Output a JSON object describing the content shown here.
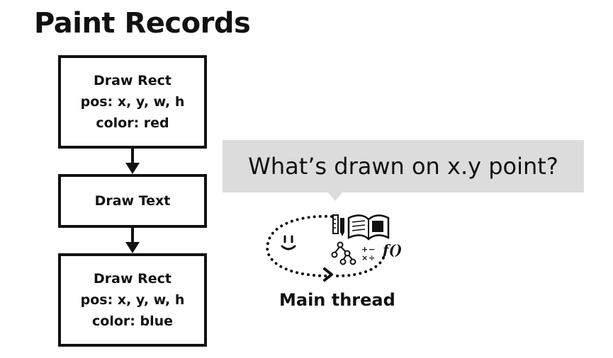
{
  "title": "Paint Records",
  "records": [
    {
      "lines": [
        "Draw Rect",
        "pos: x, y, w, h",
        "color: red"
      ]
    },
    {
      "lines": [
        "Draw Text"
      ]
    },
    {
      "lines": [
        "Draw Rect",
        "pos: x, y, w, h",
        "color: blue"
      ]
    }
  ],
  "bubble": {
    "text": "What’s drawn on x.y point?"
  },
  "main_thread": {
    "label": "Main thread",
    "icons": [
      "smiley-face-icon",
      "pencil-ruler-icon",
      "open-book-icon",
      "tree-diagram-icon",
      "math-operators-icon",
      "function-icon"
    ],
    "function_text": "f()"
  },
  "colors": {
    "stroke": "#111111",
    "bubble_bg": "#dcdcdc"
  }
}
